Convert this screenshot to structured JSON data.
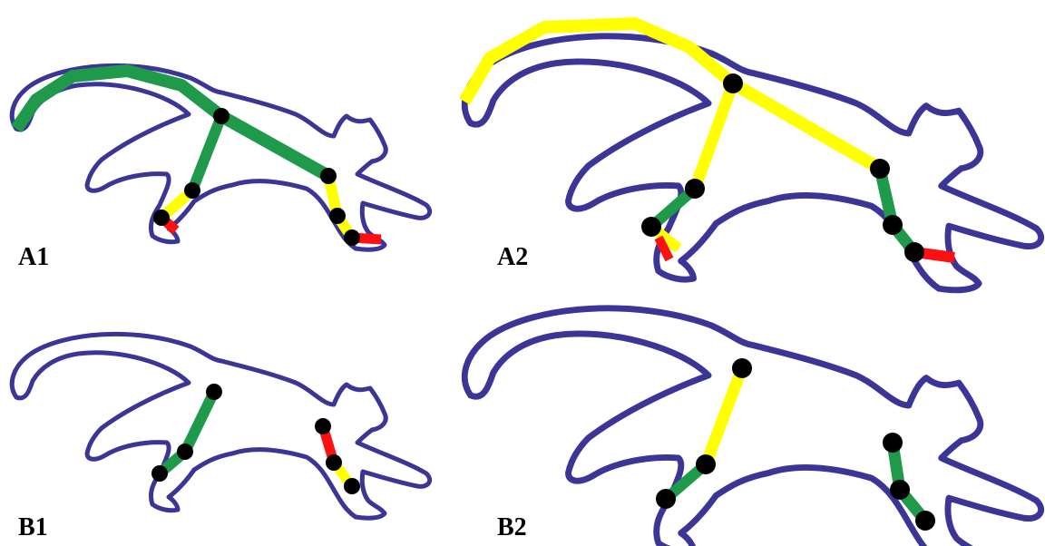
{
  "panels": [
    {
      "id": "A1",
      "label": "A1"
    },
    {
      "id": "A2",
      "label": "A2"
    },
    {
      "id": "B1",
      "label": "B1"
    },
    {
      "id": "B2",
      "label": "B2"
    }
  ],
  "colors": {
    "outline": "#3a3596",
    "green": "#1e9a4a",
    "yellow": "#ffff00",
    "red": "#ff1010",
    "joint": "#000000",
    "background": "#ffffff"
  }
}
